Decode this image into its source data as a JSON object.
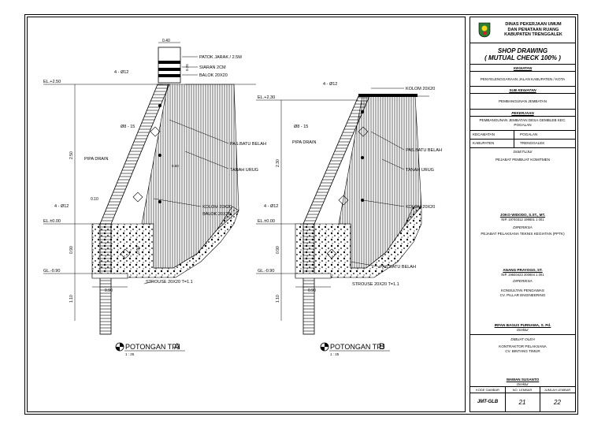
{
  "title_block": {
    "institution_lines": [
      "DINAS PEKERJAAN UMUM",
      "DAN PENATAAN RUANG",
      "KABUPATEN TRENGGALEK"
    ],
    "shop_drawing": "SHOP DRAWING",
    "mutual_check": "( MUTUAL CHECK 100% )",
    "kegiatan_label": "KEGIATAN",
    "kegiatan_value": "PENYELENGGARAAN JALAN KABUPATEN / KOTA",
    "sub_kegiatan_label": "SUB KEGIATAN",
    "sub_kegiatan_value": "PEMBANGUNAN JEMBATAN",
    "pekerjaan_label": "PEKERJAAN",
    "pekerjaan_value": "PEMBANGUNAN JEMBATAN DESA GEMBLEB KEC. POGALAN",
    "kecamatan_label": "KECAMATAN",
    "kecamatan_value": "POGALAN",
    "kabupaten_label": "KABUPATEN",
    "kabupaten_value": "TRENGGALEK",
    "disetujui_label": "DISETUJUI",
    "ppk_role": "PEJABAT PEMBUAT KOMITMEN",
    "ppk_name": "JOKO WIDODO, S.ST., MT.",
    "ppk_nip": "NIP. 19740312 199801 1 001",
    "diperiksa_label": "DIPERIKSA",
    "pptk_role": "PEJABAT PELAKSANA TEKNIS KEGIATAN (PPTK)",
    "pptk_name": "ANANG PRAYOGO, ST.",
    "pptk_nip": "NIP. 19840423 200604 1 001",
    "diperiksa2_label": "DIPERIKSA",
    "konsultan_role": "KONSULTAN PENGAWAS",
    "konsultan_company": "CV. PILLAR ENGINEERING",
    "konsultan_name": "IRFAN BAGUS PURNAMA, S. Pd.",
    "konsultan_title": "Direktur",
    "dibuat_label": "DIBUAT OLEH",
    "kontraktor_role": "KONTRAKTOR PELAKSANA",
    "kontraktor_company": "CV. BINTANG TIMUR",
    "kontraktor_name": "WAWAN SUSANTO",
    "kontraktor_title": "Direktur",
    "kode_label": "KODE GAMBAR",
    "no_lembar_label": "NO. LEMBAR",
    "jumlah_label": "JUMLAH LEMBAR",
    "kode_value": "JMT-GLB",
    "no_lembar_value": "21",
    "jumlah_value": "22"
  },
  "section_a": {
    "patok": "PATOK JARAK / 2.5M",
    "siaran": "SIARAN 2CM",
    "balok_top": "BALOK 20X20",
    "width_top": "0.40",
    "dim_025": "0.25",
    "el_top": "EL.+2.50",
    "el_zero": "EL.±0.00",
    "el_bottom": "GL.-0.90",
    "rebar_4d12": "4 - Ø12",
    "rebar_8d15": "Ø8 - 15",
    "pipa_drain": "PIPA DRAIN",
    "pas_batu": "PAS.BATU BELAH",
    "tanah_urug": "TANAH URUG",
    "kolom": "KOLOM 20X20",
    "balok": "BALOK 20X20",
    "width_010": "0.10",
    "rebar_4d12_b": "4 - Ø12",
    "strouse": "STROUSE 20X20 T=1.1",
    "width_base": "0.90",
    "h_250": "2.50",
    "h_090": "0.90",
    "h_110": "1.10",
    "h_090b": "0.90",
    "caption": "POTONGAN TPJ",
    "caption_letter": "A",
    "scale": "1 : 25",
    "cross_label": "0.60"
  },
  "section_b": {
    "el_top": "EL.+2.30",
    "el_zero": "EL.±0.00",
    "el_bottom": "GL.-0.90",
    "rebar_4d12": "4 - Ø12",
    "kolom_top": "KOLOM 20X20",
    "rebar_8d15": "Ø8 - 15",
    "pipa_drain": "PIPA DRAIN",
    "pas_batu": "PAS.BATU BELAH",
    "tanah_urug": "TANAH URUG",
    "kolom": "KOLOM 20X20",
    "pas_batu_b": "PAS.BATU BELAH",
    "strouse": "STROUSE 20X20 T=1.1",
    "rebar_4d12_b": "4 - Ø12",
    "width_base": "0.90",
    "h_230": "2.30",
    "h_090": "0.90",
    "h_110": "1.10",
    "caption": "POTONGAN TPJ",
    "caption_letter": "B",
    "scale": "1 : 25"
  }
}
